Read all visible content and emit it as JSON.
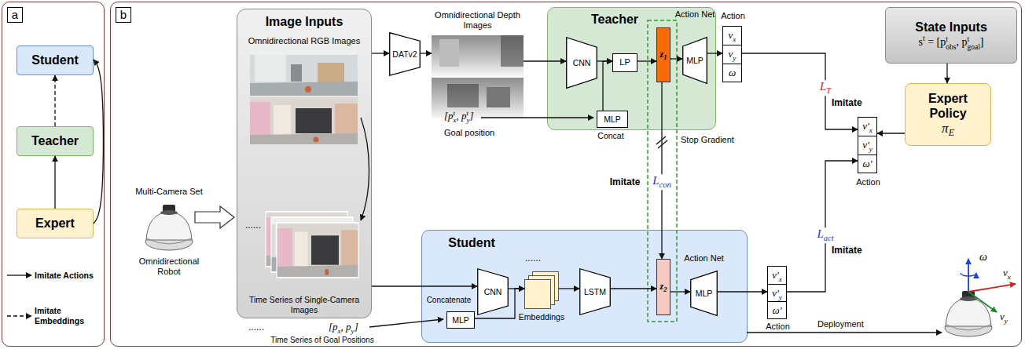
{
  "diagram": {
    "nodes": [
      {
        "text": [
          "a"
        ]
      },
      {
        "text": [
          "Student"
        ],
        "in": 0
      },
      {
        "text": [
          "Teacher"
        ],
        "in": 0
      },
      {
        "text": [
          "Expert"
        ],
        "in": 0
      },
      {
        "text": [
          "b"
        ]
      },
      {
        "text": [
          "Image Inputs",
          "Omnidirectional RGB Images",
          "......",
          "Time Series of Single-Camera Images"
        ],
        "in": 4
      },
      {
        "text": [
          "DATv2"
        ],
        "in": 4
      },
      {
        "text": [
          "Omnidirectional Depth Images"
        ],
        "in": 4
      },
      {
        "text": [
          "Teacher"
        ],
        "in": 4
      },
      {
        "text": [
          "CNN"
        ],
        "in": 8
      },
      {
        "text": [
          "LP"
        ],
        "in": 8
      },
      {
        "text": [
          "z1"
        ],
        "in": 8
      },
      {
        "text": [
          "Action Net",
          "MLP"
        ],
        "in": 8
      },
      {
        "text": [
          "MLP"
        ],
        "in": 8
      },
      {
        "text": [
          "Action",
          "vx",
          "vy",
          "ω"
        ],
        "in": 4
      },
      {
        "text": [
          "State Inputs",
          "st = [ptobs, ptgoal]"
        ],
        "in": 4
      },
      {
        "text": [
          "Expert Policy",
          "πE"
        ],
        "in": 4
      },
      {
        "text": [
          "v'x",
          "v'y",
          "ω'",
          "Action"
        ],
        "in": 4
      },
      {
        "text": [
          "Student"
        ],
        "in": 4
      },
      {
        "text": [
          "CNN"
        ],
        "in": 18
      },
      {
        "text": [
          "MLP"
        ],
        "in": 18
      },
      {
        "text": [
          "Embeddings"
        ],
        "in": 18
      },
      {
        "text": [
          "LSTM"
        ],
        "in": 18
      },
      {
        "text": [
          "z2"
        ],
        "in": 18
      },
      {
        "text": [
          "Action Net",
          "MLP"
        ],
        "in": 18
      },
      {
        "text": [
          "v'x",
          "v'y",
          "ω'",
          "Action"
        ],
        "in": 4
      }
    ],
    "edges": [
      {
        "from": 3,
        "to": 2,
        "arrow": "to"
      },
      {
        "from": 2,
        "to": 1,
        "arrow": "to"
      },
      {
        "from": 3,
        "to": 1,
        "arrow": "to"
      },
      {
        "from": 5,
        "to": 6,
        "arrow": "to"
      },
      {
        "from": 6,
        "to": 7,
        "arrow": "to"
      },
      {
        "from": 7,
        "to": 9,
        "arrow": "to"
      },
      {
        "from": 9,
        "to": 10,
        "arrow": "to"
      },
      {
        "from": 13,
        "to": 10,
        "arrow": "to"
      },
      {
        "from": 10,
        "to": 11,
        "arrow": "to"
      },
      {
        "from": 11,
        "to": 12,
        "arrow": "to"
      },
      {
        "from": 12,
        "to": 14,
        "arrow": "to"
      },
      {
        "from": 14,
        "to": 17,
        "label": "LT",
        "arrow": "to"
      },
      {
        "from": 15,
        "to": 16,
        "arrow": "to"
      },
      {
        "from": 16,
        "to": 17,
        "arrow": "to"
      },
      {
        "from": 25,
        "to": 17,
        "label": "Lact",
        "arrow": "to"
      },
      {
        "from": 11,
        "to": 23,
        "label": "Lcon",
        "arrow": "to"
      },
      {
        "from": 5,
        "to": 19,
        "arrow": "to"
      },
      {
        "from": 19,
        "to": 21,
        "arrow": "to"
      },
      {
        "from": 20,
        "to": 21,
        "arrow": "to"
      },
      {
        "from": 21,
        "to": 22,
        "arrow": "to"
      },
      {
        "from": 22,
        "to": 23,
        "arrow": "to"
      },
      {
        "from": 23,
        "to": 24,
        "arrow": "to"
      },
      {
        "from": 24,
        "to": 25,
        "arrow": "to"
      }
    ],
    "labels": [
      "Multi-Camera Set",
      "Omnidirectional Robot",
      "[ptx, pty]",
      "Goal position",
      "Concat",
      "Stop Gradient",
      "Imitate",
      "Imitate",
      "Imitate",
      "Concatenate",
      "......",
      "[px, py]",
      "Time Series of Goal Positions",
      "......",
      "Deployment",
      "ω",
      "vx",
      "vy"
    ],
    "legend": [
      {
        "text": "Imitate Actions"
      },
      {
        "text": "Imitate Embeddings"
      }
    ]
  }
}
